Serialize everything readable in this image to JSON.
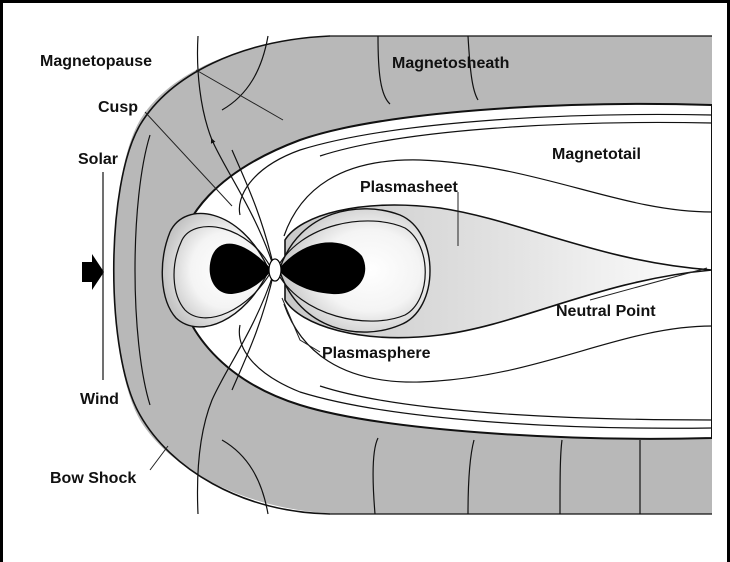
{
  "labels": {
    "magnetopause": "Magnetopause",
    "magnetosheath": "Magnetosheath",
    "cusp": "Cusp",
    "solar": "Solar",
    "magnetotail": "Magnetotail",
    "plasmasheet": "Plasmasheet",
    "neutral_point": "Neutral Point",
    "plasmasphere": "Plasmasphere",
    "wind": "Wind",
    "bow_shock": "Bow Shock"
  },
  "colors": {
    "sheath_fill": "#b8b8b8",
    "frame_border": "#000000",
    "planet_lobe": "#000000",
    "planet_core": "#ffffff"
  }
}
